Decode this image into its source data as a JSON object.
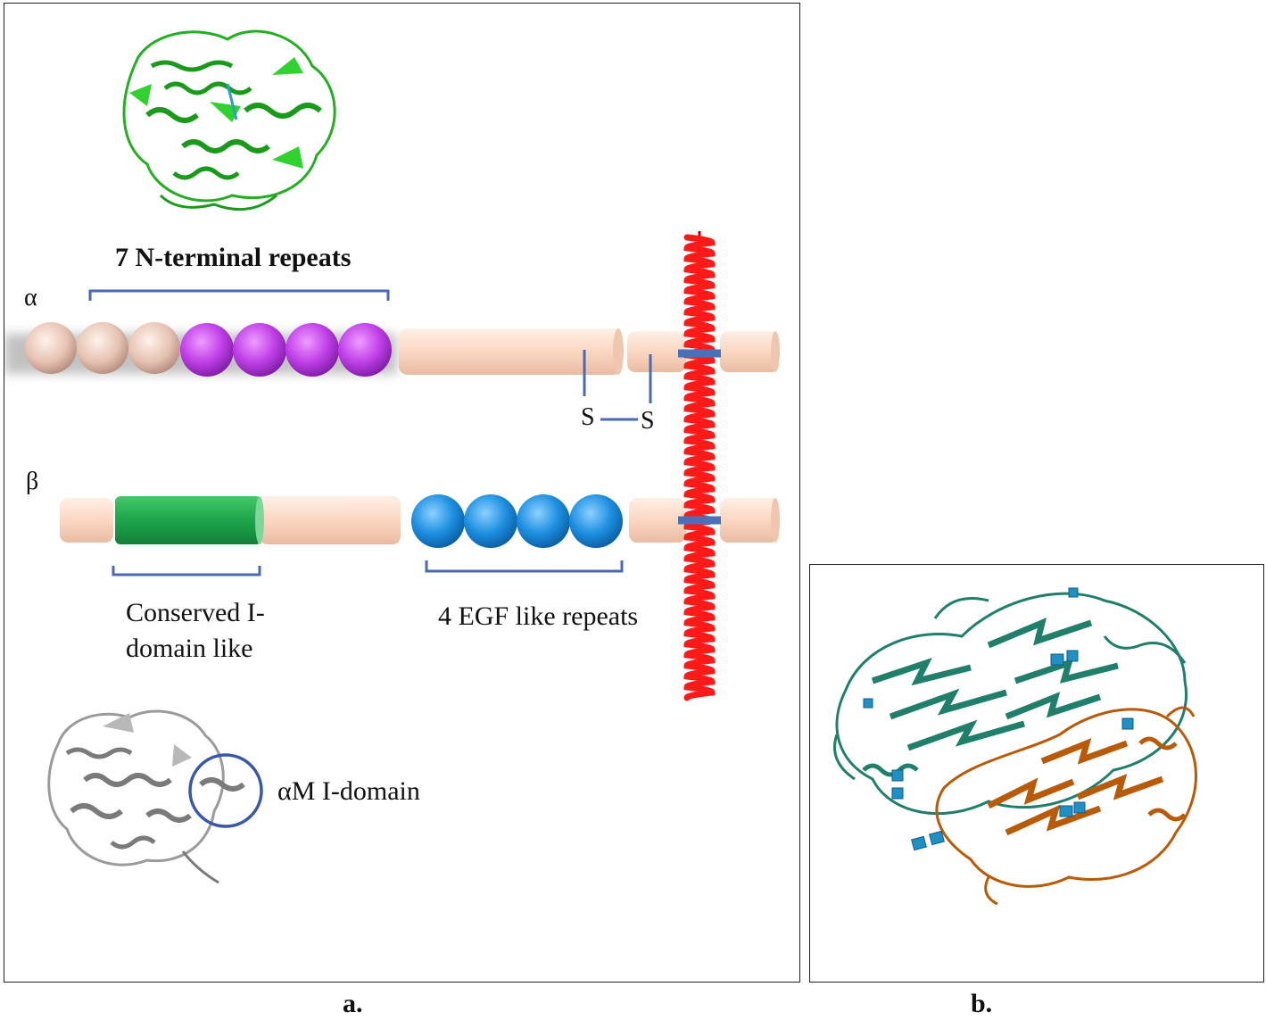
{
  "panel_a": {
    "panel_label": "a.",
    "alpha_symbol": "α",
    "beta_symbol": "β",
    "n_terminal_label": "7 N-terminal repeats",
    "ss_left": "S",
    "ss_right": "S",
    "conserved_label_line1": "Conserved I-",
    "conserved_label_line2": "domain like",
    "egf_label": "4 EGF like repeats",
    "im_label": "αM I-domain"
  },
  "panel_b": {
    "panel_label": "b."
  },
  "colors": {
    "pink_bead": "#e8c4b4",
    "purple_bead": "#b43ce0",
    "cylinder": "#fbd9c4",
    "green_domain": "#1ea54a",
    "blue_bead": "#1e8fe0",
    "bracket": "#4a6ab0",
    "helix": "#ff1a1a",
    "green_protein": "#22c422",
    "gray_protein": "#9a9a9a",
    "teal_protein": "#1f7f6a",
    "orange_protein": "#c0600a"
  }
}
